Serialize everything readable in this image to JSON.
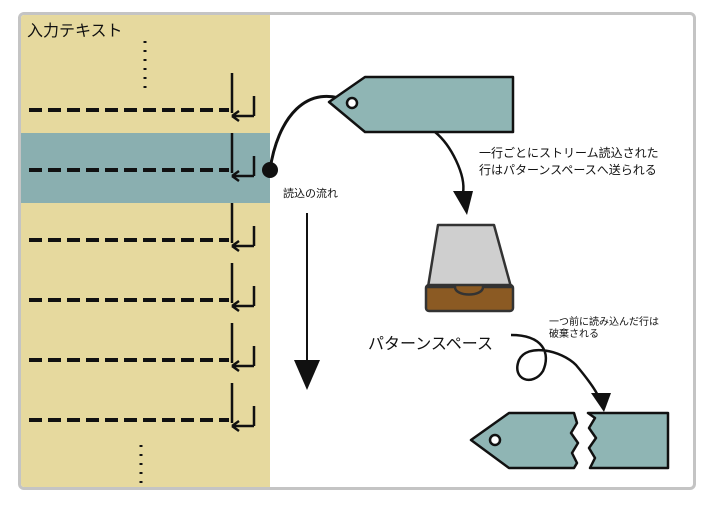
{
  "input_text_title": "入力テキスト",
  "read_flow_label": "読込の流れ",
  "tag_caption_line1": "一行ごとにストリーム読込された",
  "tag_caption_line2": "行はパターンスペースへ送られる",
  "pattern_space_label": "パターンスペース",
  "discard_caption_line1": "一つ前に読み込んだ行は",
  "discard_caption_line2": "破棄される",
  "line_count": 6,
  "highlighted_line_index": 1,
  "colors": {
    "input_background": "#e6d99e",
    "highlight_band": "#8aafb0",
    "tag_fill": "#8fb5b4",
    "tray_gray": "#cfcfcf",
    "tray_brown": "#8b5a23",
    "outline": "#111111"
  }
}
